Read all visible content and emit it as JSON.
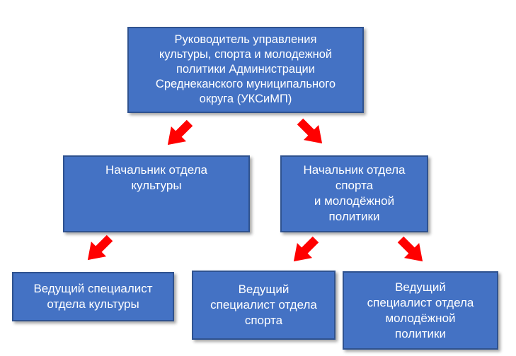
{
  "diagram": {
    "head": {
      "text": "Руководитель управления\nкультуры, спорта и молодежной\nполитики Администрации\nСреднеканского муниципального\nокруга (УКСиМП)"
    },
    "departments": [
      {
        "text": "Начальник отдела\nкультуры"
      },
      {
        "text": "Начальник отдела\nспорта\nи молодёжной\nполитики"
      }
    ],
    "specialists": [
      {
        "text": "Ведущий специалист\nотдела культуры"
      },
      {
        "text": "Ведущий\nспециалист отдела\nспорта"
      },
      {
        "text": "Ведущий\nспециалист отдела\nмолодёжной\nполитики"
      }
    ]
  },
  "colors": {
    "box_fill": "#4472c4",
    "box_border": "#2f528f",
    "arrow": "#ff0000",
    "text": "#ffffff"
  }
}
